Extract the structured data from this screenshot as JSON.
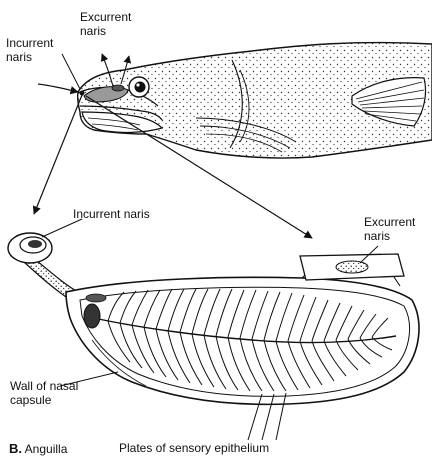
{
  "labels": {
    "incurrent_naris_top": "Incurrent naris",
    "excurrent_naris_top": "Excurrent naris",
    "incurrent_naris_detail": "Incurrent naris",
    "excurrent_naris_detail": "Excurrent naris",
    "wall_of_nasal_capsule": "Wall of nasal capsule",
    "plates_of_sensory_epithelium": "Plates of sensory epithelium",
    "panel_letter": "B.",
    "panel_taxon": "Anguilla"
  }
}
